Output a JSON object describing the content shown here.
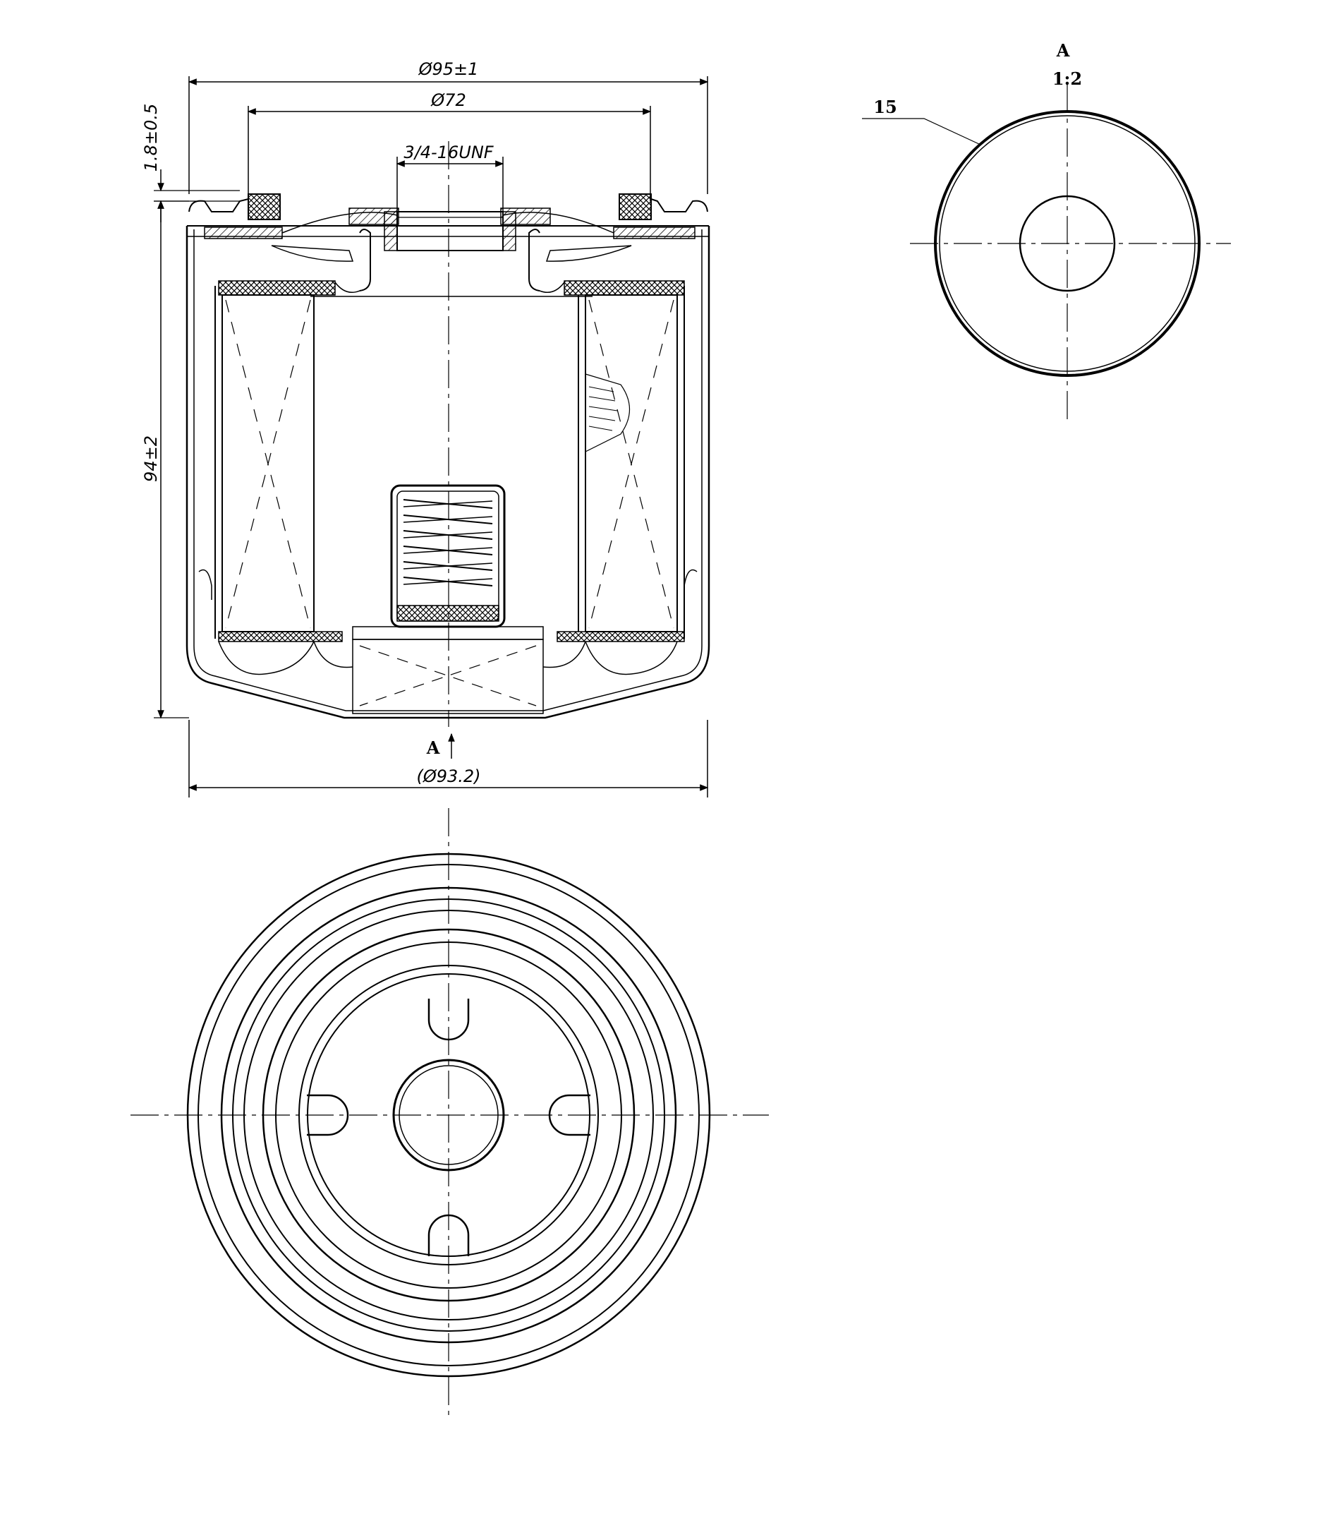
{
  "section_view": {
    "dim_outer_diameter": "Ø95±1",
    "dim_seal_diameter": "Ø72",
    "dim_thread": "3/4-16UNF",
    "dim_gasket_height": "1.8±0.5",
    "dim_height": "94±2",
    "dim_bottom_diameter": "(Ø93.2)",
    "view_arrow_label": "A"
  },
  "detail_view": {
    "view_label": "A",
    "scale_label": "1:2",
    "callout_number": "15"
  },
  "colors": {
    "line": "#000000",
    "hatch": "#000000",
    "background": "#ffffff"
  }
}
